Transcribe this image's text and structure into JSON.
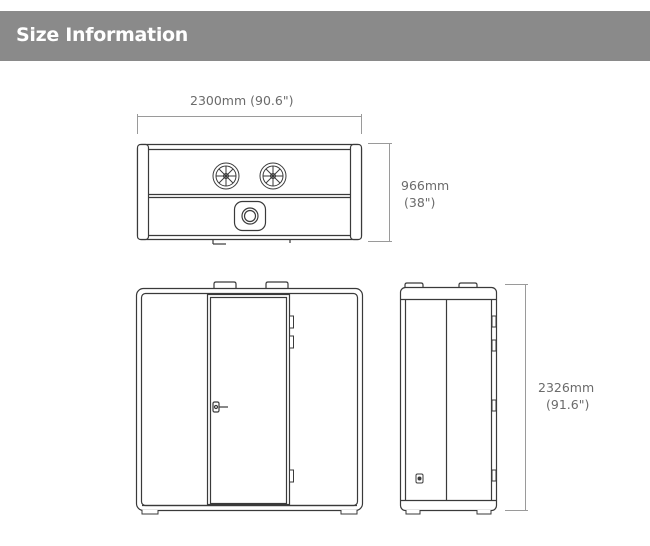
{
  "header": {
    "title": "Size Information",
    "background_color": "#8a8a8a",
    "text_color": "#ffffff"
  },
  "dimensions": {
    "width": "2300mm (90.6\")",
    "depth_mm": "966mm",
    "depth_in": "(38\")",
    "height_mm": "2326mm",
    "height_in": "(91.6\")"
  },
  "views": {
    "top_view": "booth-top-view",
    "front_view": "booth-front-view",
    "side_view": "booth-side-view"
  },
  "colors": {
    "line": "#3a3a3a",
    "dimension_line": "#9a9a9a",
    "panel_fill": "#ffffff"
  }
}
